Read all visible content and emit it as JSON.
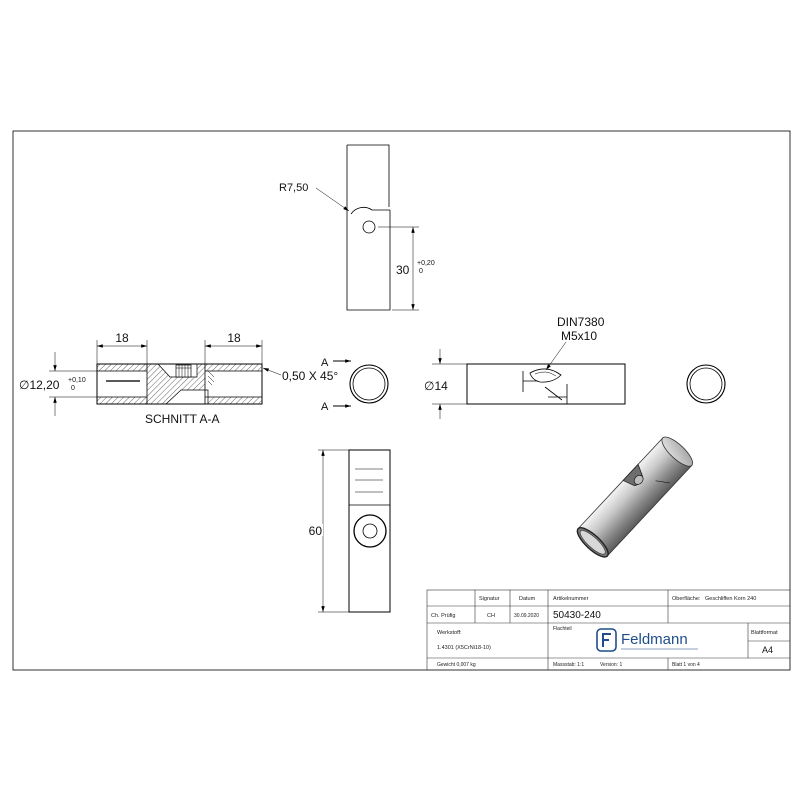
{
  "drawing": {
    "top_view": {
      "radius_label": "R7,50",
      "height_value": "30",
      "height_tol_upper": "+0,20",
      "height_tol_lower": "0"
    },
    "section_view": {
      "length_left": "18",
      "length_right": "18",
      "bore_label": "∅12,20",
      "bore_tol_upper": "+0,10",
      "bore_tol_lower": "0",
      "chamfer_label": "0,50 X 45°",
      "title": "SCHNITT A-A"
    },
    "section_markers": {
      "top": "A",
      "bottom": "A"
    },
    "front_view": {
      "screw_standard": "DIN7380",
      "screw_size": "M5x10",
      "diameter_label": "∅14"
    },
    "bottom_view": {
      "length_value": "60"
    }
  },
  "title_block": {
    "signatur_label": "Signatur",
    "datum_label": "Datum",
    "artikelnummer_label": "Artikelnummer",
    "oberflaeche_label": "Oberfläche:",
    "oberflaeche_value": "Geschliffen Korn 240",
    "checked_by": "Ch. Prüfig",
    "signature": "CH",
    "date": "30.09.2020",
    "article_number": "50430-240",
    "part_name": "Flachteil",
    "material_label": "Werkstoff:",
    "material_value": "1.4301 (X5CrNi18-10)",
    "company": "Feldmann",
    "sheet_format_label": "Blattformat",
    "sheet_format_value": "A4",
    "weight": "Gewicht 0,007 kg",
    "scale": "Massstab: 1:1",
    "version": "Version: 1",
    "sheet": "Blatt 1 von 4"
  },
  "colors": {
    "brand": "#1f4e8c",
    "line": "#000000"
  }
}
